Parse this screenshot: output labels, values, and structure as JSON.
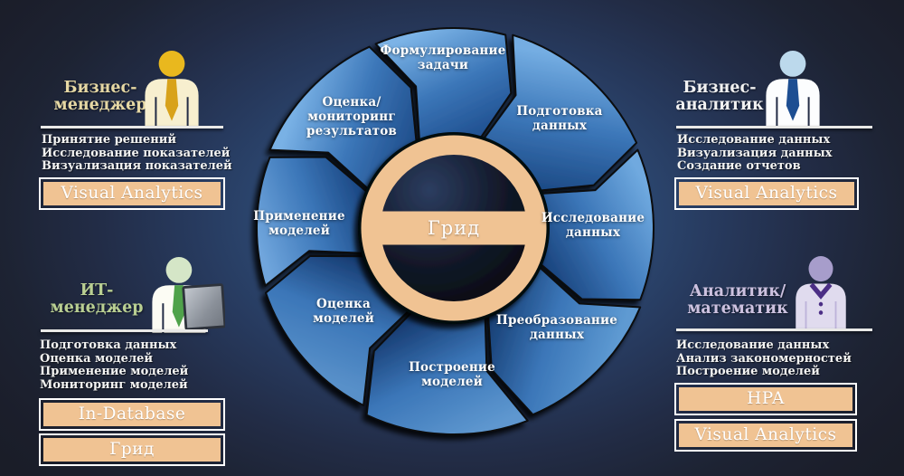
{
  "colors": {
    "accent_peach": "#F0C393",
    "wheel_light_blue": "#71ADE3",
    "wheel_mid_blue": "#3B76B8",
    "wheel_dark_blue": "#1C4178",
    "hub_dark_navy": "#0B0E15",
    "title_gold": "#E6D8A4",
    "title_white": "#F2F2F2",
    "title_green": "#B9CF92",
    "title_lavender": "#CDC2E0",
    "background_navy": "#232C44"
  },
  "wheel": {
    "center_label": "Грид",
    "segments": [
      {
        "label": "Формулирование\nзадачи"
      },
      {
        "label": "Подготовка\nданных"
      },
      {
        "label": "Исследование\nданных"
      },
      {
        "label": "Преобразование\nданных"
      },
      {
        "label": "Построение\nмоделей"
      },
      {
        "label": "Оценка\nмоделей"
      },
      {
        "label": "Применение\nмоделей"
      },
      {
        "label": "Оценка/\nмониторинг\nрезультатов"
      }
    ]
  },
  "personas": {
    "business_manager": {
      "title": "Бизнес-\nменеджер",
      "tasks": [
        "Принятие решений",
        "Исследование показателей",
        "Визуализация показателей"
      ],
      "badges": [
        "Visual Analytics"
      ]
    },
    "business_analyst": {
      "title": "Бизнес-\nаналитик",
      "tasks": [
        "Исследование данных",
        "Визуализация данных",
        "Создание отчетов"
      ],
      "badges": [
        "Visual Analytics"
      ]
    },
    "it_manager": {
      "title": "ИТ-\nменеджер",
      "tasks": [
        "Подготовка данных",
        "Оценка моделей",
        "Применение моделей",
        "Мониторинг моделей"
      ],
      "badges": [
        "In-Database",
        "Грид"
      ]
    },
    "analyst_mathematician": {
      "title": "Аналитик/\nматематик",
      "tasks": [
        "Исследование данных",
        "Анализ закономерностей",
        "Построение моделей"
      ],
      "badges": [
        "HPA",
        "Visual Analytics"
      ]
    }
  }
}
